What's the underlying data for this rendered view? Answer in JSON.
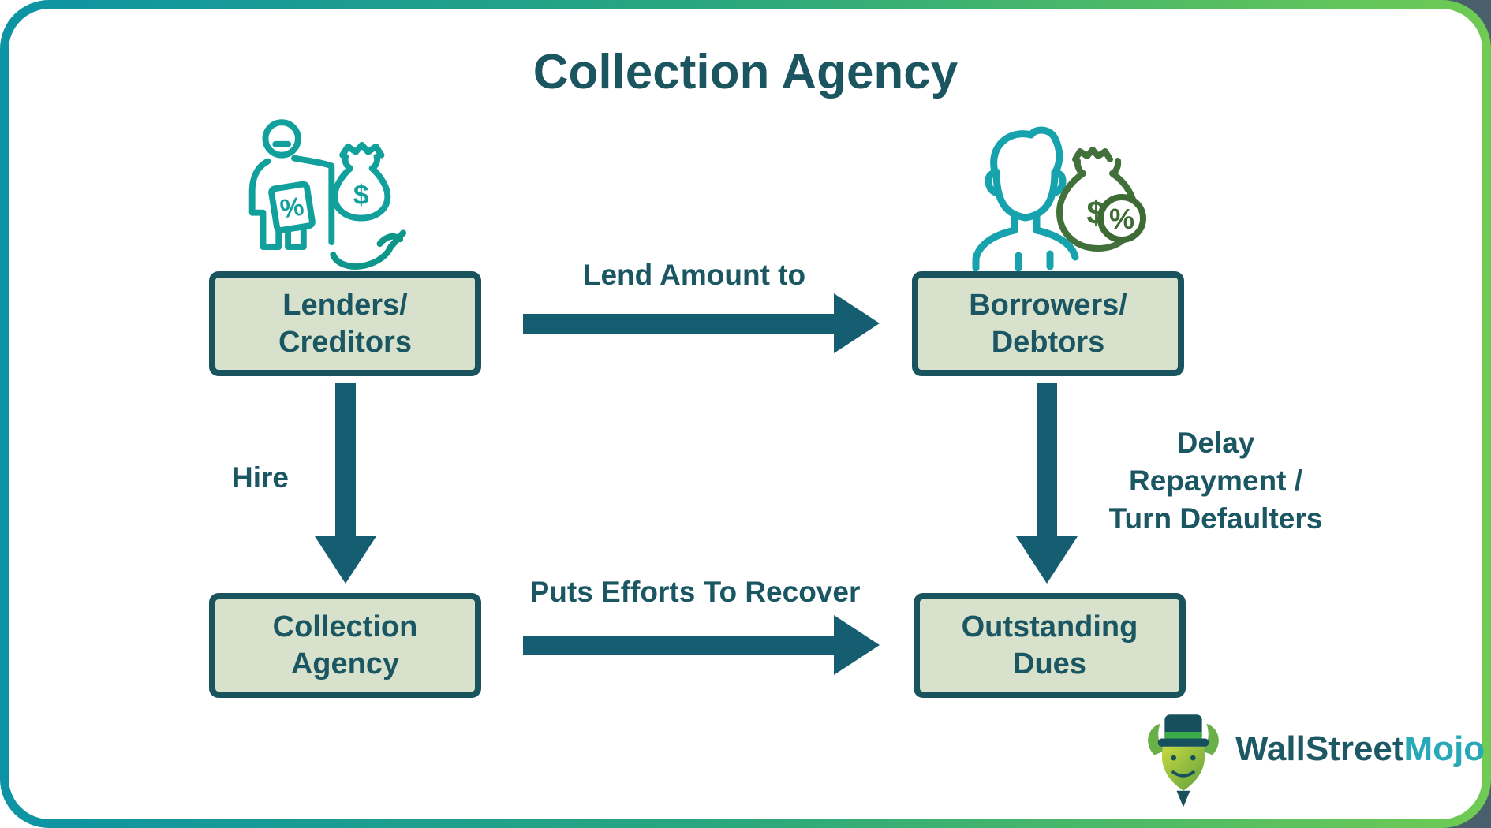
{
  "header": {
    "title": "Collection Agency"
  },
  "nodes": [
    {
      "id": "lenders-creditors",
      "line1": "Lenders/",
      "line2": "Creditors"
    },
    {
      "id": "borrowers-debtors",
      "line1": "Borrowers/",
      "line2": "Debtors"
    },
    {
      "id": "collection-agency",
      "line1": "Collection",
      "line2": "Agency"
    },
    {
      "id": "outstanding-dues",
      "line1": "Outstanding",
      "line2": "Dues"
    }
  ],
  "edges": [
    {
      "id": "lend",
      "label": "Lend Amount to",
      "from": "lenders-creditors",
      "to": "borrowers-debtors",
      "direction": "right"
    },
    {
      "id": "hire",
      "label": "Hire",
      "from": "lenders-creditors",
      "to": "collection-agency",
      "direction": "down"
    },
    {
      "id": "recover",
      "label": "Puts Efforts To Recover",
      "from": "collection-agency",
      "to": "outstanding-dues",
      "direction": "right"
    },
    {
      "id": "delay",
      "label_line1": "Delay",
      "label_line2": "Repayment /",
      "label_line3": "Turn Defaulters",
      "from": "borrowers-debtors",
      "to": "outstanding-dues",
      "direction": "down"
    }
  ],
  "icons": {
    "lender": "lender-with-interest-board-money-bag-and-giving-hand-icon",
    "borrower": "borrower-with-loan-money-bag-and-interest-icon",
    "brand_bull": "wallstreetmojo-bull-with-top-hat-icon",
    "dollar_glyph": "$",
    "percent_glyph": "%"
  },
  "branding": {
    "name_part1": "WallStreet",
    "name_part2": "Mojo"
  },
  "colors": {
    "frame_gradient_left": "#0d93a4",
    "frame_gradient_right": "#6fcb53",
    "outer_corner_background": "#49606c",
    "heading_text": "#1a5560",
    "label_text": "#1b5763",
    "arrow": "#155e72",
    "node_fill": "#d7e1cc",
    "node_border": "#19535e",
    "lender_icon_teal": "#12a09c",
    "borrower_icon_teal": "#17a3ad",
    "money_bag_green": "#42703a",
    "brand_dark": "#1d5865",
    "brand_accent": "#29a8b8"
  }
}
